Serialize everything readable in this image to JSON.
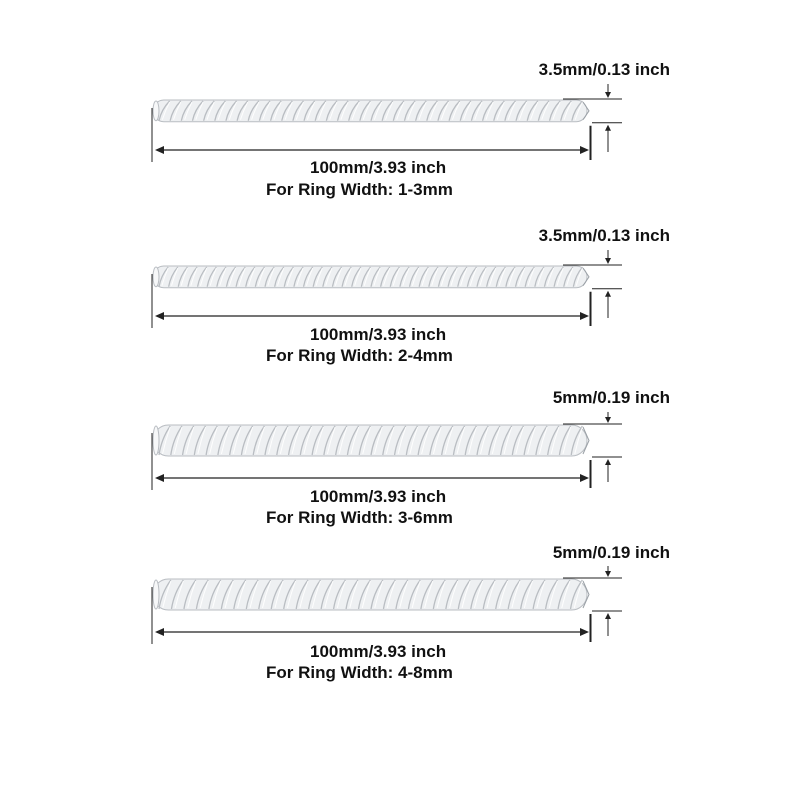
{
  "colors": {
    "background": "#ffffff",
    "text": "#111111",
    "line": "#222222",
    "coil_stroke": "#b9bdc2",
    "coil_fill": "#eef0f2"
  },
  "sizers": [
    {
      "thickness": "3.5mm/0.13 inch",
      "length": "100mm/3.93 inch",
      "ring_width": "For Ring Width: 1-3mm",
      "diameter_mm": 3.5
    },
    {
      "thickness": "3.5mm/0.13 inch",
      "length": "100mm/3.93 inch",
      "ring_width": "For Ring Width: 2-4mm",
      "diameter_mm": 3.5
    },
    {
      "thickness": "5mm/0.19 inch",
      "length": "100mm/3.93 inch",
      "ring_width": "For Ring Width: 3-6mm",
      "diameter_mm": 5
    },
    {
      "thickness": "5mm/0.19 inch",
      "length": "100mm/3.93 inch",
      "ring_width": "For Ring Width: 4-8mm",
      "diameter_mm": 5
    }
  ]
}
